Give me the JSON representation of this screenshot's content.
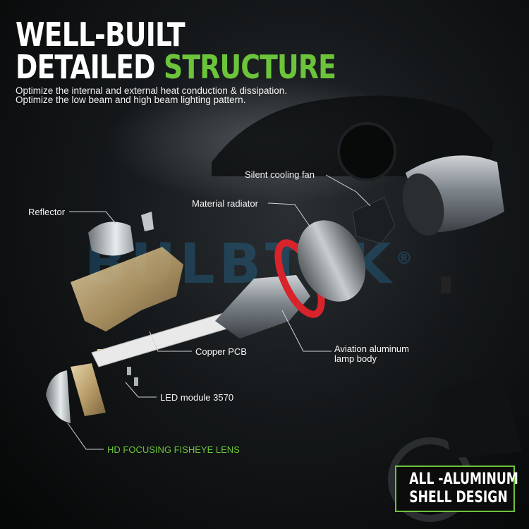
{
  "headline": {
    "line1": "WELL-BUILT",
    "line2_white": "DETAILED ",
    "line2_accent": "STRUCTURE"
  },
  "subtitle": {
    "line1": "Optimize the internal and external heat conduction & dissipation.",
    "line2": "Optimize the low beam and high beam lighting pattern."
  },
  "labels": {
    "fan": "Silent cooling fan",
    "radiator": "Material radiator",
    "reflector": "Reflector",
    "pcb": "Copper PCB",
    "body_line1": "Aviation aluminum",
    "body_line2": "lamp body",
    "led": "LED module 3570",
    "lens": "HD FOCUSING FISHEYE LENS"
  },
  "watermark": {
    "text": "BULBTEK",
    "mark": "®"
  },
  "badge": {
    "line1": "ALL -ALUMINUM",
    "line2": "SHELL DESIGN"
  },
  "colors": {
    "accent": "#6cc43a",
    "ring": "#d8232a",
    "background": "#15181a"
  }
}
